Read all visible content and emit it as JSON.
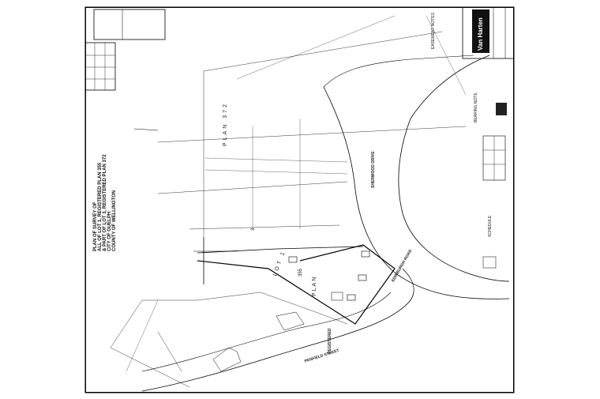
{
  "document": {
    "firm_name": "Van Harten",
    "plan_title_lines": [
      "PLAN OF SURVEY OF",
      "ALL OF LOT 1, REGISTERED PLAN 355",
      "& PART OF LOT 3, REGISTERED PLAN 372",
      "CITY OF GUELPH",
      "COUNTY OF WELLINGTON"
    ],
    "street_labels": {
      "sherwood_drive": "SHERWOOD DRIVE",
      "edinburgh_road": "EDINBURGH ROAD",
      "priority_street": "PENFIELD STREET",
      "registered": "REGISTERED"
    },
    "plan_labels": {
      "plan_372": "PLAN 372",
      "lot_1": "LOT 1",
      "lot_3": "3",
      "plan": "PLAN",
      "plan_355": "355"
    },
    "notes": {
      "easement_note": "EASEMENT NOTES",
      "schedule": "SCHEDULE",
      "bearing_note": "BEARING NOTE"
    }
  },
  "colors": {
    "line": "#000000",
    "paper": "#ffffff"
  }
}
